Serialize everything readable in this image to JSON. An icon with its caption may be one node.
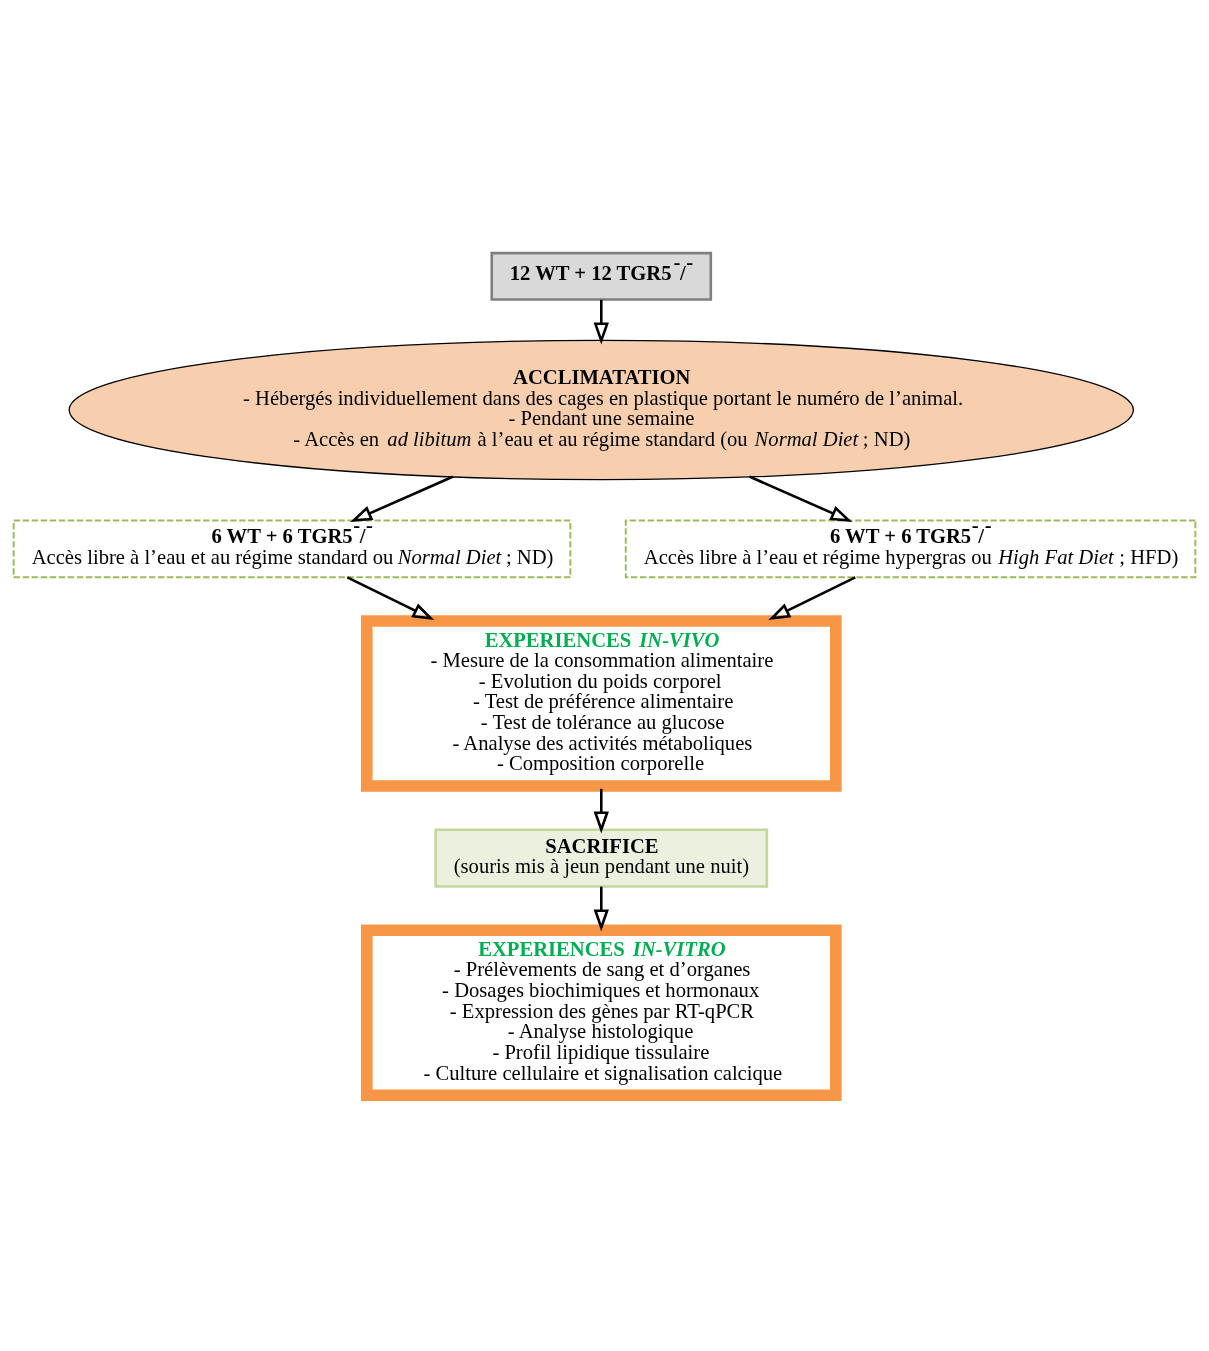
{
  "diagram": {
    "nodes": [
      {
        "text": [
          "12 WT + 12 TGR5$^{-}$/$^{-}$"
        ]
      },
      {
        "text": [
          "ACCLIMATATION",
          "- Hébergés individuellement dans des cages en plastique portant le numéro de l’animal.",
          "- Pendant une semaine",
          "- Accès en *ad libitum* à l’eau et au régime standard (ou *Normal Diet* ; ND)"
        ]
      },
      {
        "text": [
          "6 WT + 6 TGR5$^{-}$/$^{-}$",
          "Accès libre à l’eau et au régime standard ou *Normal Diet* ; ND)"
        ]
      },
      {
        "text": [
          "6 WT + 6 TGR5$^{-}$/$^{-}$",
          "Accès libre à l’eau et régime hypergras ou *High Fat Diet* ; HFD)"
        ]
      },
      {
        "text": [
          "EXPERIENCES *IN-VIVO*",
          "- Mesure de la consommation alimentaire",
          "- Evolution du poids corporel",
          "- Test de préférence alimentaire",
          "- Test de tolérance au glucose",
          "- Analyse des activités métaboliques",
          "- Composition corporelle"
        ]
      },
      {
        "text": [
          "SACRIFICE",
          "(souris mis à jeun pendant une nuit)"
        ]
      },
      {
        "text": [
          "EXPERIENCES *IN-VITRO*",
          "- Prélèvements de sang et d’organes",
          "- Dosages biochimiques et hormonaux",
          "- Expression des gènes par RT-qPCR",
          "- Analyse histologique",
          "- Profil lipidique tissulaire",
          "- Culture cellulaire et signalisation calcique"
        ]
      }
    ],
    "edges": [
      {
        "from": 0,
        "to": 1,
        "arrow": "to"
      },
      {
        "from": 1,
        "to": 2,
        "arrow": "to"
      },
      {
        "from": 1,
        "to": 3,
        "arrow": "to"
      },
      {
        "from": 2,
        "to": 4,
        "arrow": "to"
      },
      {
        "from": 3,
        "to": 4,
        "arrow": "to"
      },
      {
        "from": 4,
        "to": 5,
        "arrow": "to"
      },
      {
        "from": 5,
        "to": 6,
        "arrow": "to"
      }
    ]
  }
}
